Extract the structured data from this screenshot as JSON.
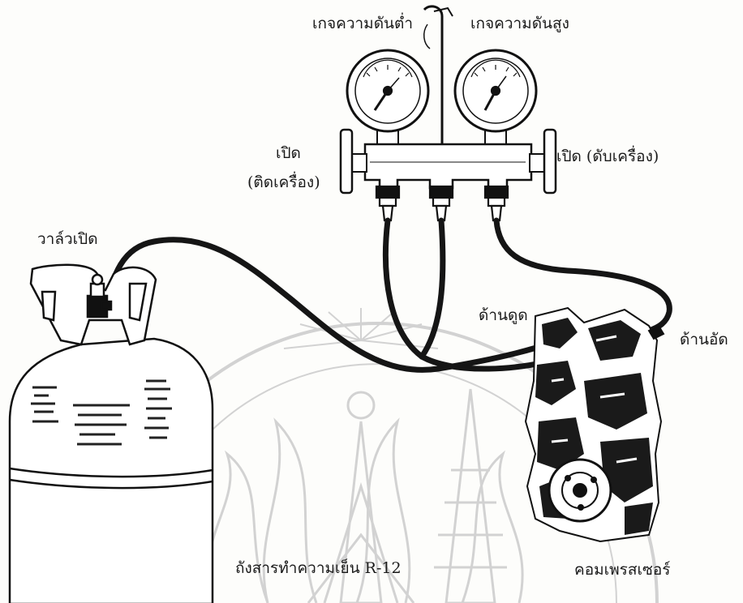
{
  "labels": {
    "low_gauge": "เกจความดันต่ำ",
    "high_gauge": "เกจความดันสูง",
    "open_running_1": "เปิด",
    "open_running_2": "(ติดเครื่อง)",
    "open_stopped": "เปิด (ดับเครื่อง)",
    "valve_open": "วาล์วเปิด",
    "suction_side": "ด้านดูด",
    "discharge_side": "ด้านอัด",
    "compressor": "คอมเพรสเซอร์",
    "refrigerant_tank": "ถังสารทำความเย็น R-12"
  },
  "colors": {
    "line": "#111111",
    "hose": "#151515",
    "watermark": "#cfcfcf",
    "background": "#fdfdfb"
  }
}
